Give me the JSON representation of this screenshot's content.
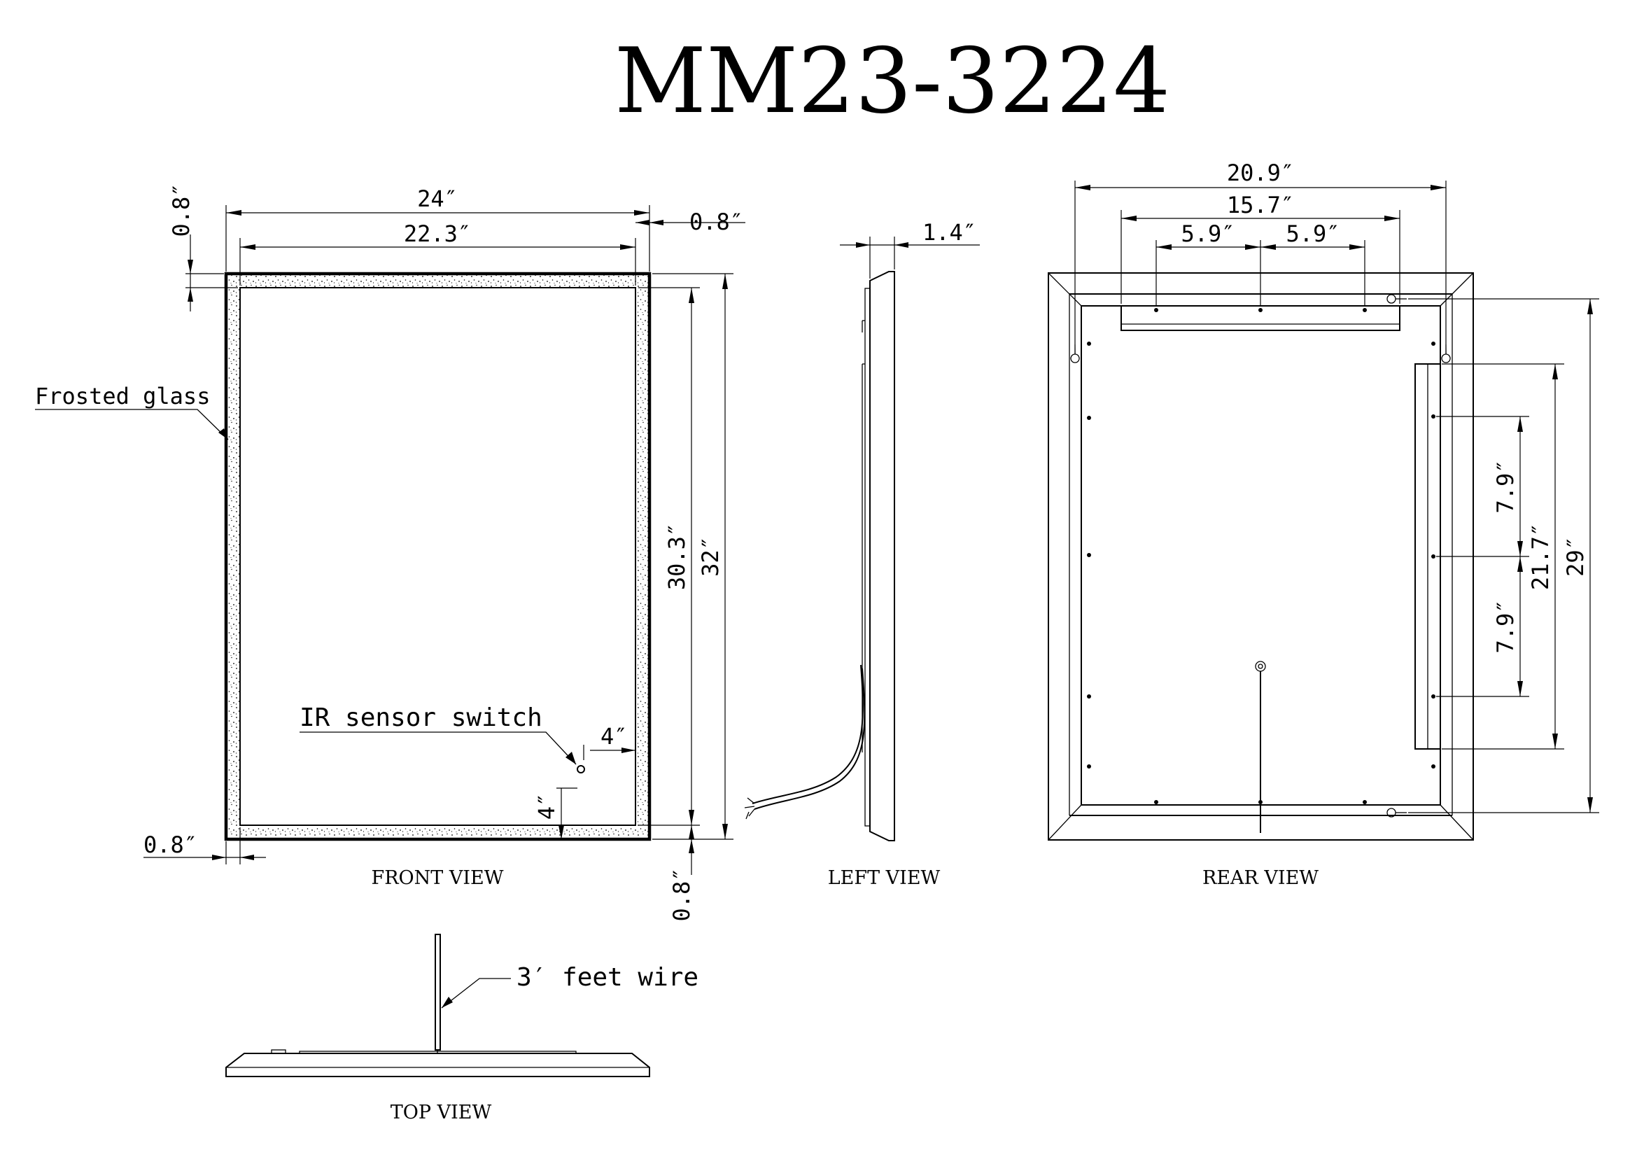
{
  "title": "MM23-3224",
  "front_view": {
    "caption": "FRONT VIEW",
    "dims": {
      "overall_width": "24″",
      "glass_width": "22.3″",
      "top_border": "0.8″",
      "right_border": "0.8″",
      "left_border": "0.8″",
      "bottom_border": "0.8″",
      "glass_height": "30.3″",
      "overall_height": "32″",
      "sensor_from_side": "4″",
      "sensor_from_bottom": "4″"
    },
    "labels": {
      "frosted_glass": "Frosted glass",
      "ir_sensor": "IR sensor switch"
    }
  },
  "left_view": {
    "caption": "LEFT VIEW",
    "dims": {
      "depth": "1.4″"
    }
  },
  "rear_view": {
    "caption": "REAR VIEW",
    "dims": {
      "hook_span": "20.9″",
      "bracket_span": "15.7″",
      "hole_gap_left": "5.9″",
      "hole_gap_right": "5.9″",
      "hook_vertical_span": "29″",
      "rail_length": "21.7″",
      "rail_gap_top": "7.9″",
      "rail_gap_bottom": "7.9″"
    }
  },
  "top_view": {
    "caption": "TOP VIEW",
    "labels": {
      "wire": "3′ feet wire"
    }
  }
}
